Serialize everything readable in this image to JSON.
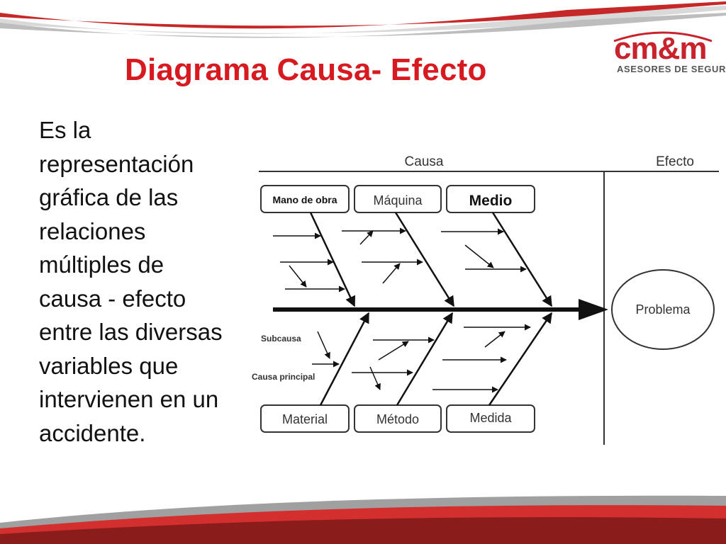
{
  "slide": {
    "title": "Diagrama Causa- Efecto",
    "body_text": "Es  la representación gráfica de las relaciones múltiples de causa - efecto entre las diversas variables que intervienen en un accidente."
  },
  "logo": {
    "mark_text": "cm&m",
    "subtitle": "ASESORES DE SEGUROS"
  },
  "diagram": {
    "header_cause": "Causa",
    "header_effect": "Efecto",
    "effect_label": "Problema",
    "top_categories": [
      "Mano de obra",
      "Máquina",
      "Medio"
    ],
    "bottom_categories": [
      "Material",
      "Método",
      "Medida"
    ],
    "annotation_subcause": "Subcausa",
    "annotation_main_cause": "Causa principal"
  },
  "colors": {
    "title": "#d71920",
    "brand_red": "#c8222d",
    "swoosh_gray": "#a0a0a0",
    "swoosh_dark_red": "#8b1c1c"
  }
}
